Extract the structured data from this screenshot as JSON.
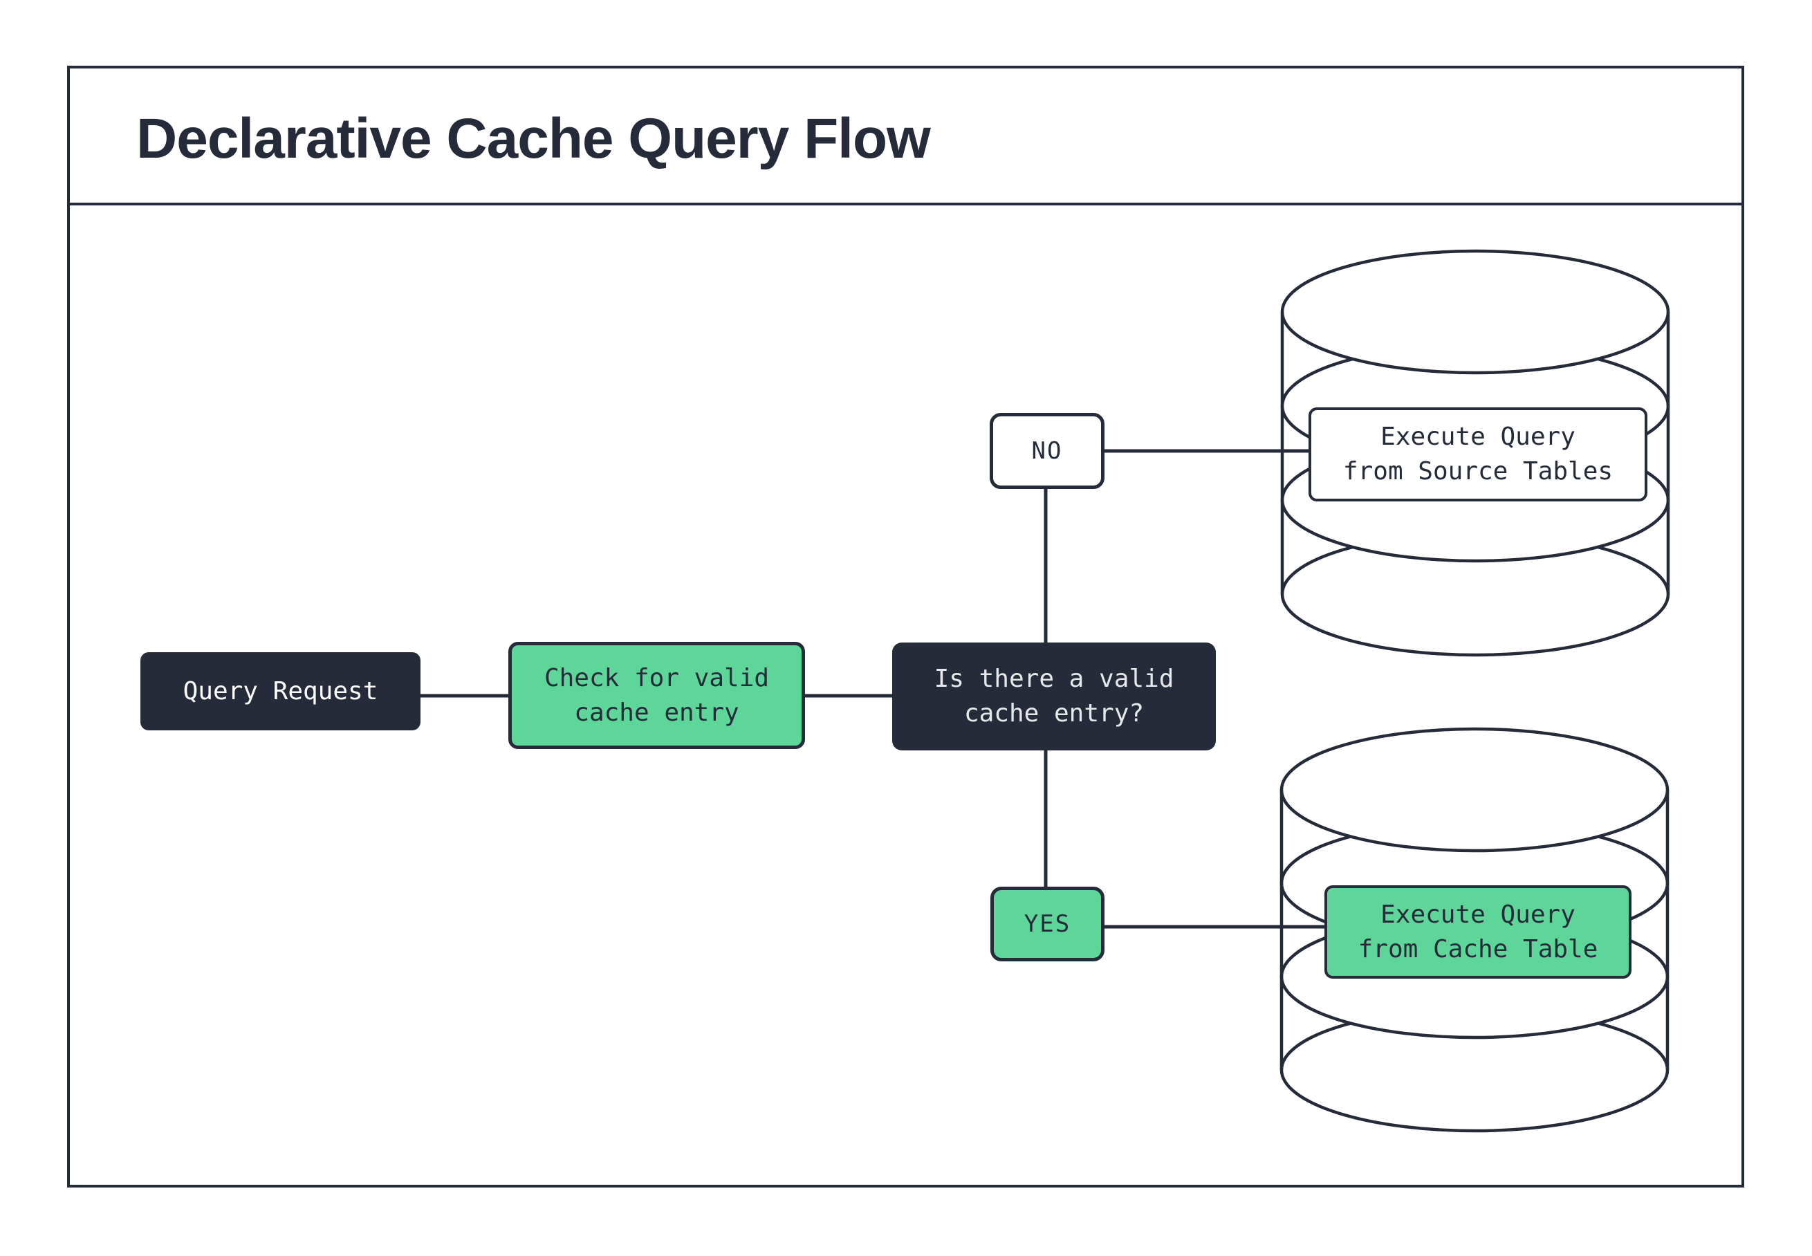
{
  "title": "Declarative Cache Query Flow",
  "colors": {
    "dark_navy": "#262B3A",
    "green": "#5ED69A",
    "white": "#FFFFFF",
    "light_text": "#E6E8EA"
  },
  "flow": {
    "query_request": {
      "label": "Query Request",
      "variant": "dark"
    },
    "check_cache": {
      "line1": "Check for valid",
      "line2": "cache entry",
      "variant": "green"
    },
    "decision": {
      "line1": "Is there a valid",
      "line2": "cache entry?",
      "variant": "dark"
    },
    "branch_no": {
      "label": "NO",
      "variant": "outline"
    },
    "branch_yes": {
      "label": "YES",
      "variant": "green"
    },
    "source_db": {
      "line1": "Execute Query",
      "line2": "from Source Tables",
      "variant": "outline",
      "shape": "database-cylinder"
    },
    "cache_db": {
      "line1": "Execute Query",
      "line2": "from Cache Table",
      "variant": "green",
      "shape": "database-cylinder"
    }
  }
}
